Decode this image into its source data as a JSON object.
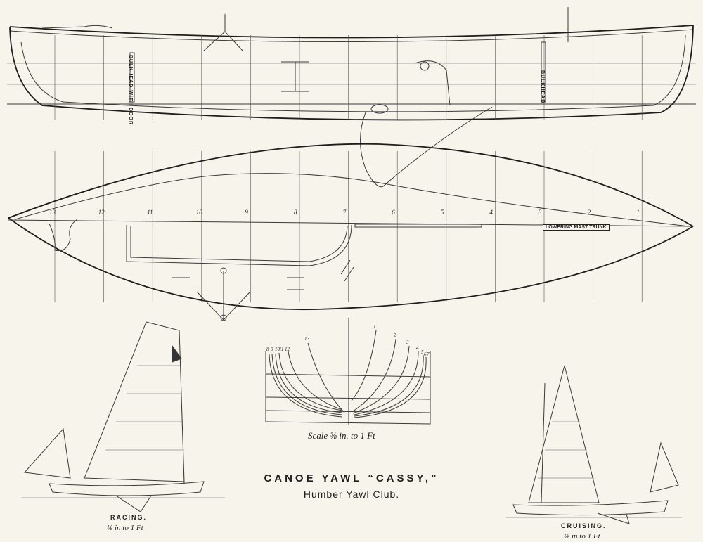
{
  "title": "CANOE YAWL “CASSY,”",
  "subtitle": "Humber Yawl Club.",
  "body_plan_scale": "Scale ⅝ in. to 1 Ft",
  "racing": {
    "label": "RACING.",
    "scale": "⅛ in to 1 Ft"
  },
  "cruising": {
    "label": "CRUISING.",
    "scale": "⅛ in to 1 Ft"
  },
  "profile_labels": {
    "bulkhead_door": "BULKHEAD WITH DOOR",
    "bulkhead": "BULKHEAD"
  },
  "plan_labels": {
    "lowering_mast_trunk": "LOWERING MAST TRUNK"
  },
  "stations": [
    "13",
    "12",
    "11",
    "10",
    "9",
    "8",
    "7",
    "6",
    "5",
    "4",
    "3",
    "2",
    "1"
  ],
  "body_plan_stations_left": [
    "8",
    "9",
    "10",
    "11",
    "12",
    "13"
  ],
  "body_plan_stations_right": [
    "1",
    "2",
    "3",
    "4",
    "5",
    "6",
    "7"
  ]
}
